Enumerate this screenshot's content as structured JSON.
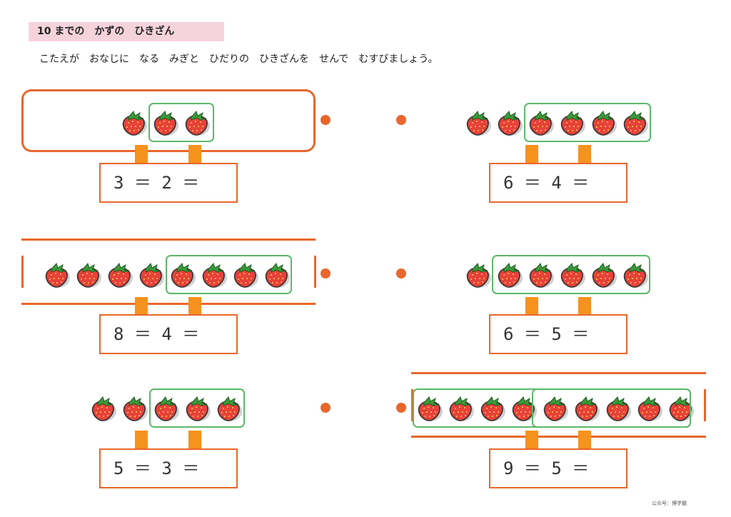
{
  "title": "10 までの　かずの　ひきざん",
  "instruction": "こたえが　おなじに　なる　みぎと　ひだりの　ひきざんを　せんで　むすびましょう。",
  "footer": "公众号：博学霸",
  "icon": "strawberry-icon",
  "colors": {
    "orange": "#e8672b",
    "tab": "#f6921e",
    "green": "#5cb86a",
    "berry": "#e8413a",
    "pink": "#f6d3dc"
  },
  "problems": [
    {
      "side": "left",
      "row": 1,
      "equation": "3 ＝ 2 ＝",
      "strawberries": 3,
      "grouped": 2
    },
    {
      "side": "right",
      "row": 1,
      "equation": "6 ＝ 4 ＝",
      "strawberries": 6,
      "grouped": 4
    },
    {
      "side": "left",
      "row": 2,
      "equation": "8 ＝ 4 ＝",
      "strawberries": 8,
      "grouped": 4
    },
    {
      "side": "right",
      "row": 2,
      "equation": "6 ＝ 5 ＝",
      "strawberries": 6,
      "grouped": 5
    },
    {
      "side": "left",
      "row": 3,
      "equation": "5 ＝ 3 ＝",
      "strawberries": 5,
      "grouped": 3
    },
    {
      "side": "right",
      "row": 3,
      "equation": "9 ＝ 5 ＝",
      "strawberries": 9,
      "grouped": 5
    }
  ]
}
